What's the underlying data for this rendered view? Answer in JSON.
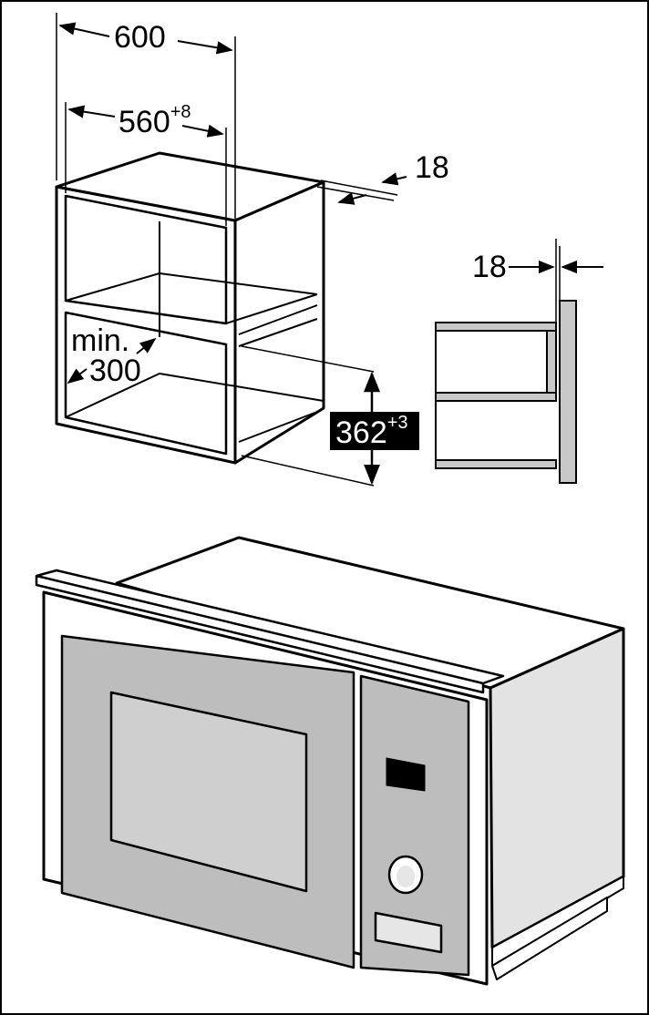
{
  "labels": {
    "width_total": "600",
    "width_inner": "560",
    "width_inner_tolerance": "+8",
    "panel_thickness_top": "18",
    "panel_thickness_side": "18",
    "min_label": "min.",
    "min_depth": "300",
    "height_value": "362",
    "height_tolerance": "+3"
  },
  "colors": {
    "line": "#000000",
    "panel_grey": "#c8c8c8",
    "oven_body": "#e3e3e3",
    "door_grey": "#bdbdbd",
    "window_grey": "#cfcfcf",
    "label_bg": "#000000",
    "label_fg": "#ffffff"
  }
}
